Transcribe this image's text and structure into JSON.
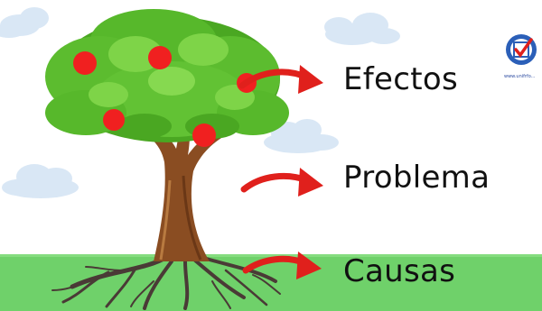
{
  "labels": {
    "effects": "Efectos",
    "problem": "Problema",
    "causes": "Causas"
  },
  "logo": {
    "text": "www.unifrfo..."
  },
  "colors": {
    "ground": "#6fd16a",
    "sky_cloud": "#d7e6f4",
    "foliage": "#57b82b",
    "trunk": "#8a4d22",
    "roots": "#4a3a36",
    "fruit": "#f02020",
    "arrow": "#e0201c",
    "text": "#111111"
  }
}
